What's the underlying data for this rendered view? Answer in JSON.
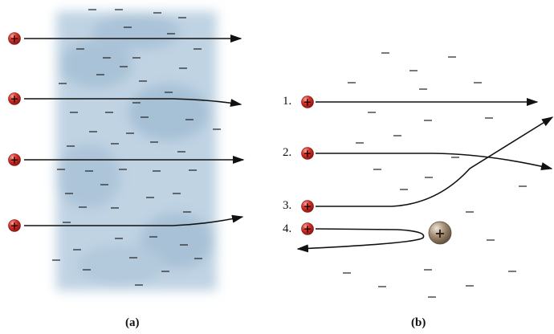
{
  "panel_a": {
    "caption": "(a)",
    "particle_sign": "+",
    "electron_sign": "–",
    "beam_count": 4
  },
  "panel_b": {
    "caption": "(b)",
    "particle_sign": "+",
    "electron_sign": "–",
    "nucleus_sign": "+",
    "paths": [
      {
        "label": "1."
      },
      {
        "label": "2."
      },
      {
        "label": "3."
      },
      {
        "label": "4."
      }
    ]
  },
  "colors": {
    "particle": "#d8342c",
    "cloud": "#b9cfe0",
    "nucleus": "#a08a72",
    "line": "#111111"
  }
}
